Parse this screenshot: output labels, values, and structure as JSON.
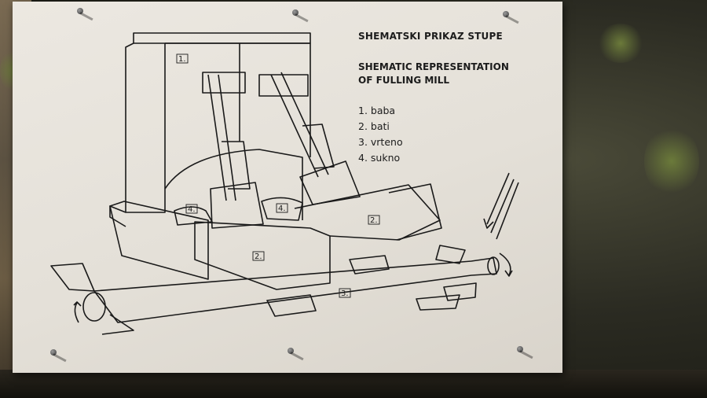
{
  "sign": {
    "title": "SHEMATSKI PRIKAZ STUPE",
    "subtitle": "SHEMATIC REPRESENTATION\nOF FULLING MILL",
    "legend": [
      "1. baba",
      "2. bati",
      "3. vrteno",
      "4. sukno"
    ],
    "markers": [
      "1.",
      "2.",
      "2.",
      "3.",
      "4.",
      "4."
    ]
  },
  "colors": {
    "board": "#e8e4dc",
    "ink": "#1a1a1a",
    "wall": "#2b2b22"
  }
}
